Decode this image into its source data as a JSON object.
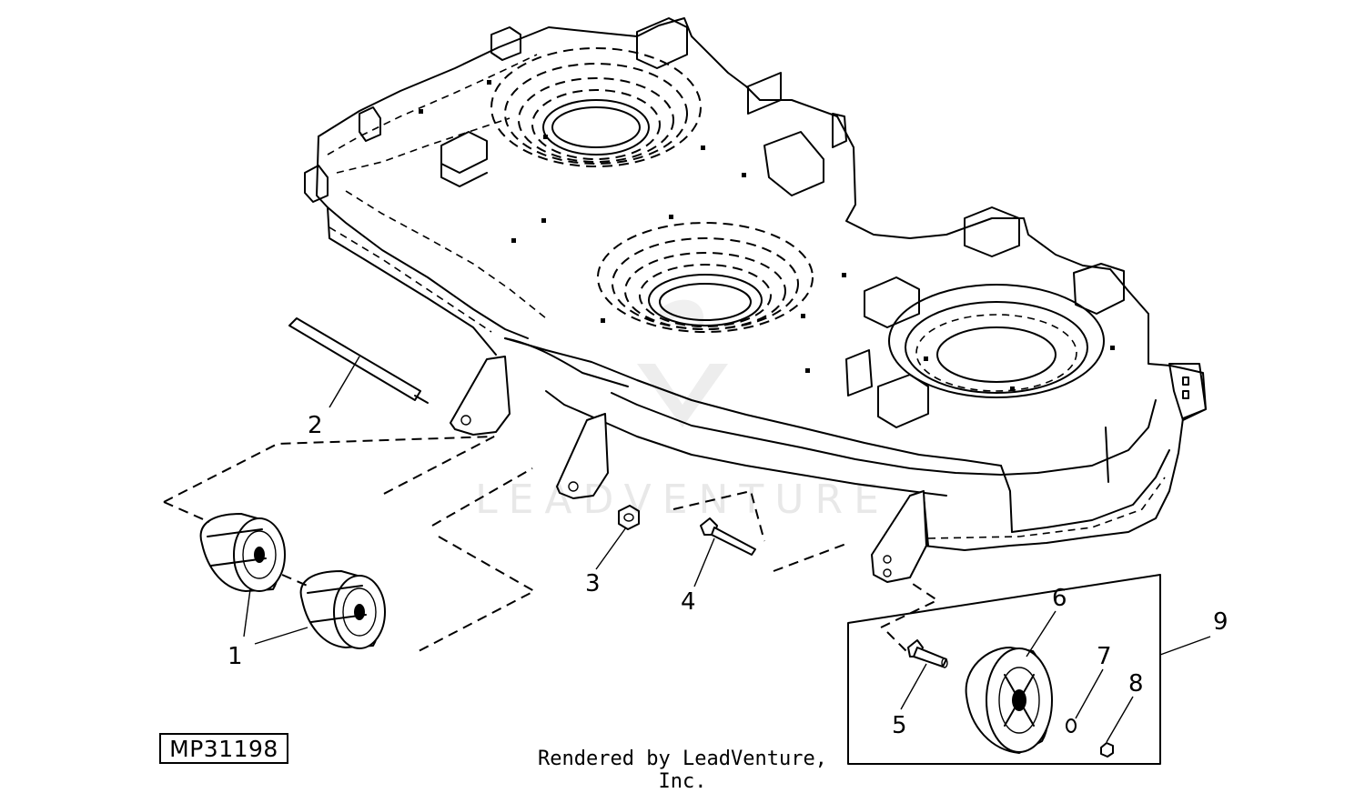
{
  "diagram": {
    "drawing_code": "MP31198",
    "footer": "Rendered by LeadVenture, Inc.",
    "watermark": "LEADVENTURE",
    "callouts": [
      "1",
      "2",
      "3",
      "4",
      "5",
      "6",
      "7",
      "8",
      "9"
    ]
  }
}
